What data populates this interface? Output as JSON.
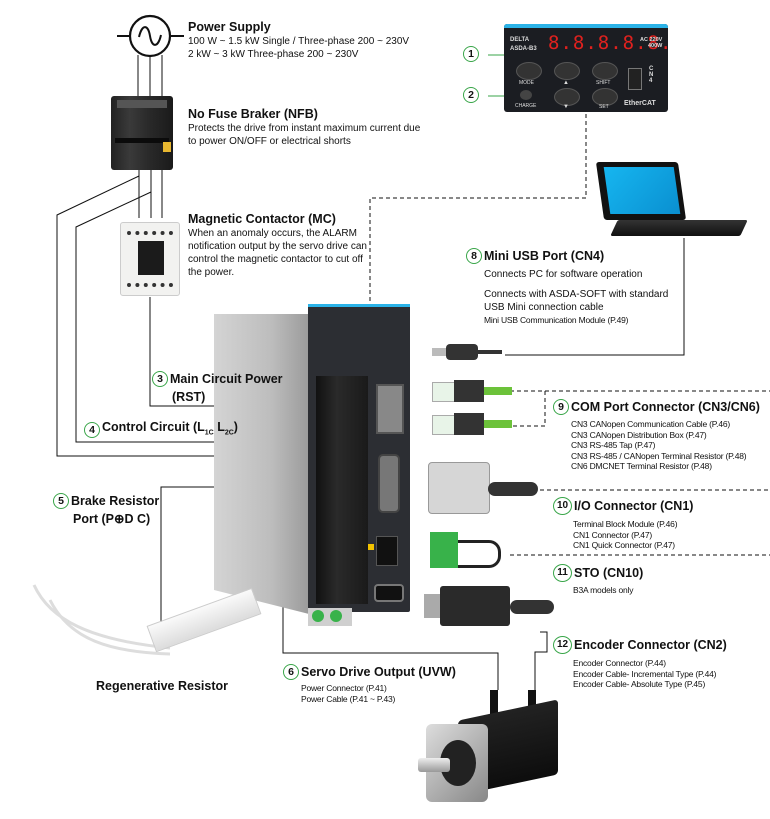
{
  "power_supply": {
    "title": "Power Supply",
    "lines": [
      "100 W ~ 1.5 kW Single / Three-phase 200 ~ 230V",
      "2 kW ~ 3 kW Three-phase 200 ~ 230V"
    ]
  },
  "nfb": {
    "title": "No Fuse Braker (NFB)",
    "desc": "Protects the drive from instant maximum current due to power ON/OFF or electrical shorts"
  },
  "mc": {
    "title": "Magnetic Contactor (MC)",
    "desc": "When an anomaly occurs, the ALARM notification output by the servo drive can control the magnetic contactor to cut off the power."
  },
  "panel": {
    "brand": "DELTA",
    "model": "ASDA-B3",
    "display": "8.8.8.8.8.",
    "rating_1": "AC 220V",
    "rating_2": "400W",
    "buttons": [
      "MODE",
      "▲",
      "SHIFT",
      "▼",
      "SET"
    ],
    "charge": "CHARGE",
    "cn4": "CN4",
    "ethercat": "EtherCAT"
  },
  "callouts": {
    "c1": "1",
    "c2": "2",
    "c3": {
      "num": "3",
      "title_1": "Main Circuit Power",
      "title_2": "(RST)"
    },
    "c4": {
      "num": "4",
      "title": "Control Circuit (L",
      "sub1": "1C",
      "mid": " L",
      "sub2": "2C",
      "end": ")"
    },
    "c5": {
      "num": "5",
      "title_1": "Brake Resistor",
      "title_2": "Port (P⊕D C)"
    },
    "c6": {
      "num": "6",
      "title": "Servo Drive Output (UVW)",
      "items": [
        "Power Connector (P.41)",
        "Power Cable (P.41 ~ P.43)"
      ]
    },
    "c8": {
      "num": "8",
      "title": "Mini USB Port (CN4)",
      "line1": "Connects PC for software operation",
      "line2": "Connects with ASDA-SOFT with standard USB Mini connection cable",
      "small": "Mini USB Communication Module (P.49)"
    },
    "c9": {
      "num": "9",
      "title": "COM Port Connector (CN3/CN6)",
      "items": [
        "CN3 CANopen Communication Cable (P.46)",
        "CN3 CANopen Distribution Box (P.47)",
        "CN3 RS-485 Tap (P.47)",
        "CN3 RS-485 / CANopen Terminal Resistor (P.48)",
        "CN6 DMCNET Terminal Resistor (P.48)"
      ]
    },
    "c10": {
      "num": "10",
      "title": "I/O Connector (CN1)",
      "items": [
        "Terminal Block Module (P.46)",
        "CN1 Connector (P.47)",
        "CN1 Quick Connector (P.47)"
      ]
    },
    "c11": {
      "num": "11",
      "title": "STO (CN10)",
      "items": [
        "B3A models only"
      ]
    },
    "c12": {
      "num": "12",
      "title": "Encoder Connector (CN2)",
      "items": [
        "Encoder Connector (P.44)",
        "Encoder Cable- Incremental Type (P.44)",
        "Encoder Cable- Absolute Type (P.45)"
      ]
    }
  },
  "regen": {
    "label": "Regenerative Resistor"
  },
  "colors": {
    "callout_ring": "#3aa64a",
    "panel_bg": "#1b1d22",
    "panel_stripe": "#2bb3e8",
    "led": "#e0211e",
    "cable_green": "#6cc23a",
    "terminal_green": "#38b24a",
    "laptop_screen": "#16b6f0"
  }
}
